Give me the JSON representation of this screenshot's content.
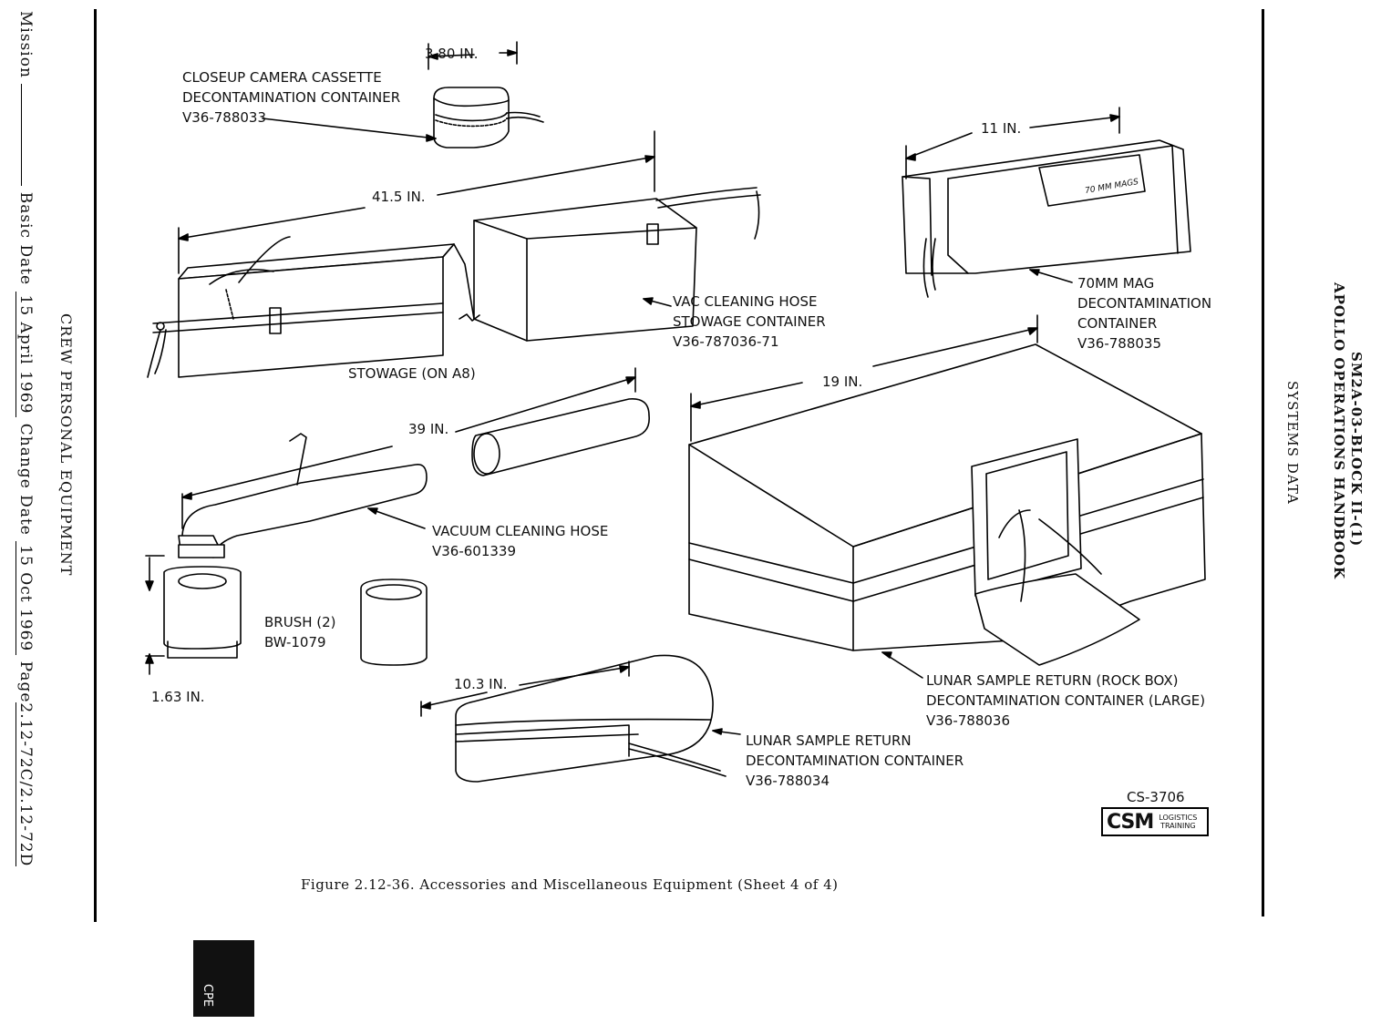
{
  "left_margin": {
    "mission_label": "Mission",
    "basic_date_label": "Basic Date",
    "basic_date_value": "15 April 1969",
    "change_date_label": "Change Date",
    "change_date_value": "15 Oct 1969",
    "page_label": "Page",
    "page_value": "2.12-72C/2.12-72D",
    "section_title": "CREW PERSONAL EQUIPMENT"
  },
  "right_margin": {
    "doc_id": "SM2A-03-BLOCK II-(1)",
    "handbook_title": "APOLLO OPERATIONS HANDBOOK",
    "section": "SYSTEMS DATA"
  },
  "callouts": {
    "camera_cassette": {
      "dimension": "3.80 IN.",
      "line1": "CLOSEUP CAMERA CASSETTE",
      "line2": "DECONTAMINATION CONTAINER",
      "part": "V36-788033"
    },
    "stowage": {
      "dimension": "41.5 IN.",
      "location": "STOWAGE (ON A8)",
      "line1": "VAC CLEANING HOSE",
      "line2": "STOWAGE CONTAINER",
      "part": "V36-787036-71"
    },
    "mag": {
      "dimension": "11 IN.",
      "stencil": "70 MM MAGS",
      "line1": "70MM MAG",
      "line2": "DECONTAMINATION",
      "line3": "CONTAINER",
      "part": "V36-788035"
    },
    "hose": {
      "dimension": "39 IN.",
      "line1": "VACUUM CLEANING HOSE",
      "part": "V36-601339"
    },
    "brush": {
      "line1": "BRUSH (2)",
      "part": "BW-1079",
      "dimension": "1.63 IN."
    },
    "rock_box": {
      "dimension": "19 IN.",
      "line1": "LUNAR SAMPLE RETURN (ROCK BOX)",
      "line2": "DECONTAMINATION CONTAINER (LARGE)",
      "part": "V36-788036"
    },
    "lunar_sample": {
      "dimension": "10.3 IN.",
      "line1": "LUNAR SAMPLE RETURN",
      "line2": "DECONTAMINATION CONTAINER",
      "part": "V36-788034"
    }
  },
  "drawing_code": "CS-3706",
  "logo": {
    "big": "CSM",
    "small1": "LOGISTICS",
    "small2": "TRAINING"
  },
  "caption": "Figure 2.12-36.  Accessories and Miscellaneous Equipment (Sheet 4 of 4)",
  "tab_label": "CPE"
}
